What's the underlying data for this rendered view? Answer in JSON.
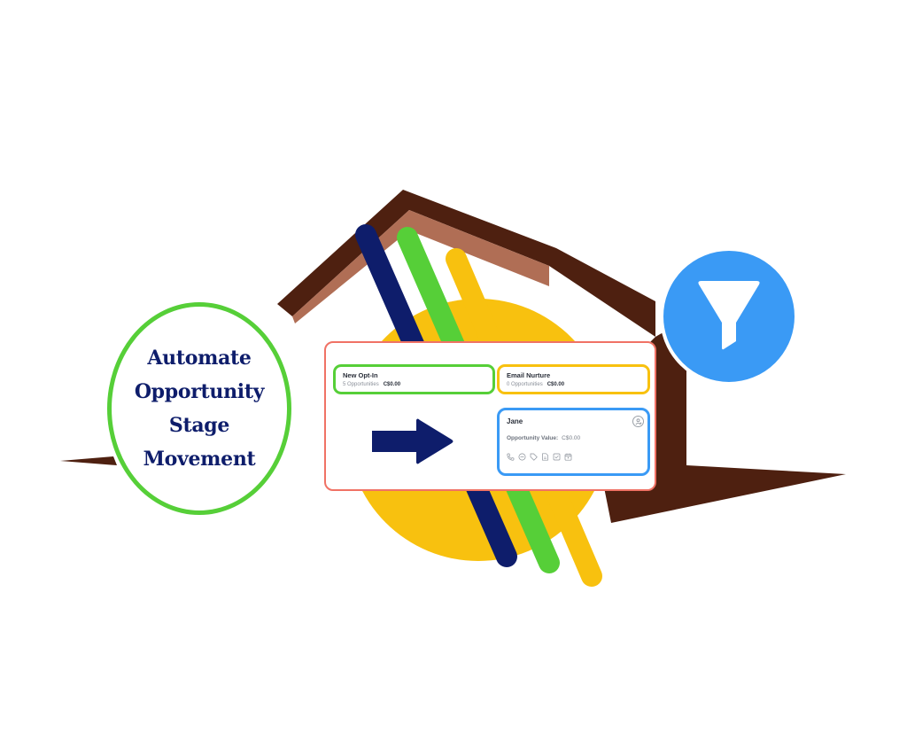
{
  "graphic": {
    "title_lines": [
      "Automate",
      "Opportunity",
      "Stage",
      "Movement"
    ],
    "colors": {
      "navy": "#0e1d6b",
      "green": "#56cf38",
      "yellow": "#f8c10f",
      "blue": "#3a9af5",
      "roof_dark": "#4e2010",
      "roof_light": "#b06e55",
      "panel_border": "#f07265"
    },
    "badge_icon": "funnel-icon"
  },
  "pipeline": {
    "stages": [
      {
        "name": "New Opt-In",
        "count_label": "5 Opportunities",
        "amount": "C$0.00",
        "color": "#56cf38"
      },
      {
        "name": "Email Nurture",
        "count_label": "0 Opportunities",
        "amount": "C$0.00",
        "color": "#f8c10f"
      }
    ],
    "arrow_icon": "arrow-right-icon",
    "card": {
      "name": "Jane",
      "value_label": "Opportunity Value:",
      "value": "C$0.00",
      "assign_icon": "user-add-icon",
      "action_icons": [
        "phone-icon",
        "chat-icon",
        "tag-icon",
        "document-icon",
        "checkbox-icon",
        "calendar-icon"
      ]
    }
  }
}
